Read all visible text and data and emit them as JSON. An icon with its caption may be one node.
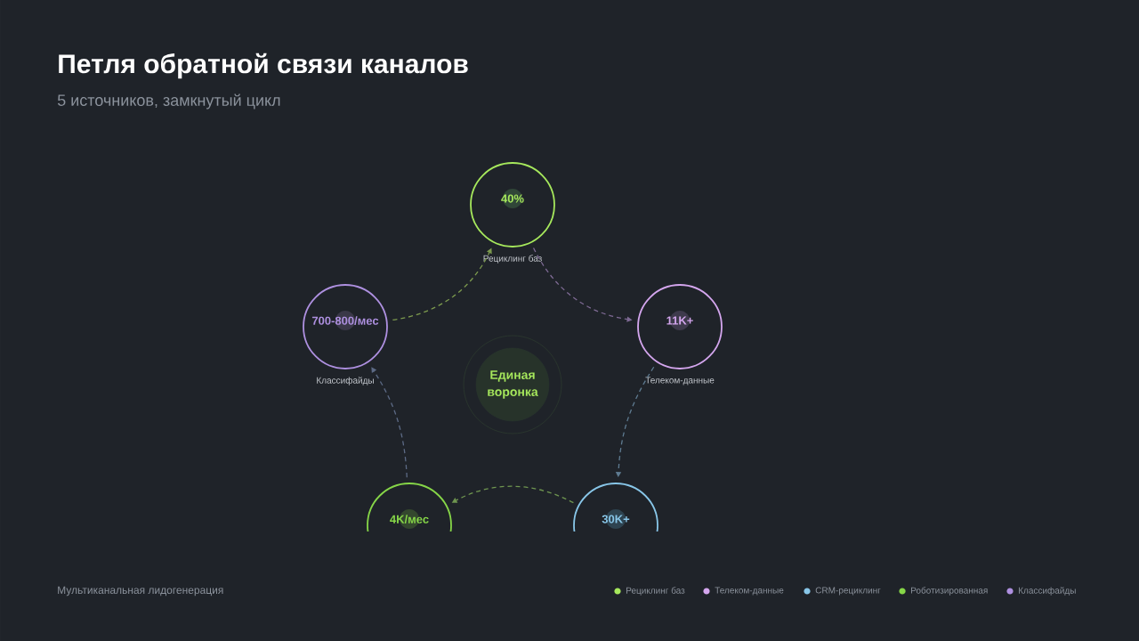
{
  "diagram": {
    "title": "Петля обратной связи каналов",
    "caption": "5 источников, замкнутый цикл",
    "nodes": [
      {
        "text": [
          "40%"
        ],
        "beside": [
          "Рециклинг баз"
        ]
      },
      {
        "text": [
          "11K+"
        ],
        "beside": [
          "Телеком-данные"
        ]
      },
      {
        "text": [
          "30K+"
        ]
      },
      {
        "text": [
          "4K/мес"
        ]
      },
      {
        "text": [
          "700-800/мес"
        ],
        "beside": [
          "Классифайды"
        ]
      },
      {
        "text": [
          "Единая воронка"
        ]
      }
    ],
    "edges": [
      {
        "from": 4,
        "to": 0,
        "arrow": "to",
        "style": "dashed",
        "color": "#7c9a4e"
      },
      {
        "from": 0,
        "to": 1,
        "arrow": "to",
        "style": "dashed",
        "color": "#7e6a94"
      },
      {
        "from": 1,
        "to": 2,
        "arrow": "to",
        "style": "dashed",
        "color": "#5f7c92"
      },
      {
        "from": 2,
        "to": 3,
        "arrow": "to",
        "style": "dashed",
        "color": "#6f9650"
      },
      {
        "from": 3,
        "to": 4,
        "arrow": "to",
        "style": "dashed",
        "color": "#5d6b86"
      }
    ],
    "labels": [
      "Мультиканальная лидогенерация"
    ],
    "legend": [
      {
        "text": "Рециклинг баз",
        "color": "#a6e85c"
      },
      {
        "text": "Телеком-данные",
        "color": "#d4a6ee"
      },
      {
        "text": "CRM-рециклинг",
        "color": "#88c6e8"
      },
      {
        "text": "Роботизированная",
        "color": "#86d648"
      },
      {
        "text": "Классифайды",
        "color": "#ae90e0"
      }
    ]
  }
}
